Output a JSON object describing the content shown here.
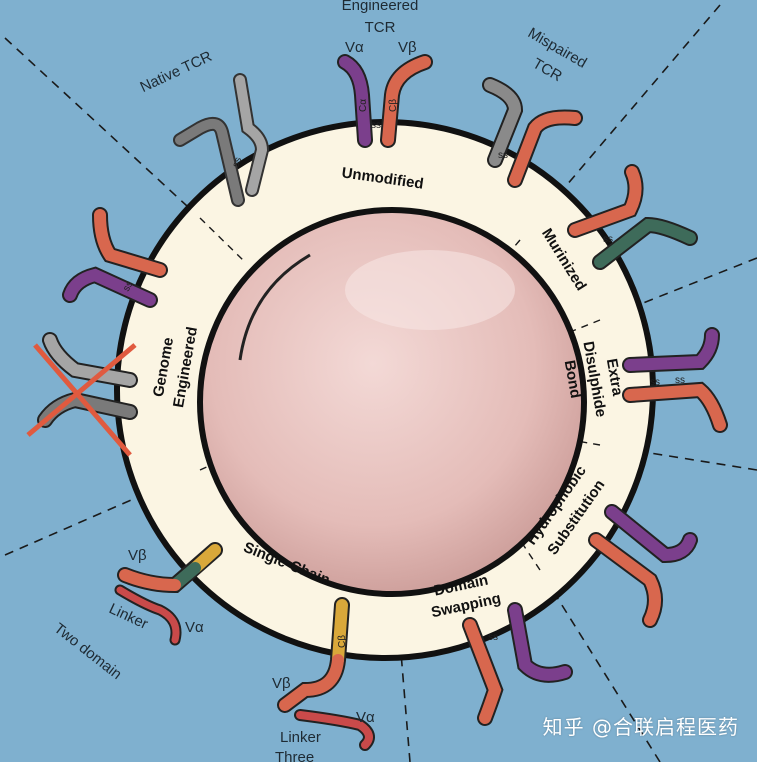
{
  "outer_labels": {
    "engineered_tcr_1": "Engineered",
    "engineered_tcr_2": "TCR",
    "native_tcr": "Native TCR",
    "mispaired_1": "Mispaired",
    "mispaired_2": "TCR",
    "two_domain": "Two domain",
    "three_domain": "Three"
  },
  "segments": {
    "unmodified": "Unmodified",
    "murinized": "Murinized",
    "extra_1": "Extra",
    "extra_2": "Disulphide",
    "extra_3": "Bond",
    "hydro_1": "Hydrophobic",
    "hydro_2": "Substitution",
    "domain_1": "Domain",
    "domain_2": "Swapping",
    "single_chain": "Single-Chain",
    "genome_1": "Genome",
    "genome_2": "Engineered"
  },
  "chain_labels": {
    "v_alpha": "Vα",
    "v_beta": "Vβ",
    "c_alpha": "Cα",
    "c_beta": "Cβ",
    "ss": "ss",
    "linker": "Linker"
  },
  "watermark": "知乎 @合联启程医药",
  "colors": {
    "background": "#7fb0cf",
    "ring": "#fbf5e3",
    "cell": "#e8c4c0",
    "red": "#c94a4a",
    "purple": "#7b3f8c",
    "grey": "#8c8c8c",
    "teal": "#3e6b5a",
    "gold": "#d9a83a"
  }
}
